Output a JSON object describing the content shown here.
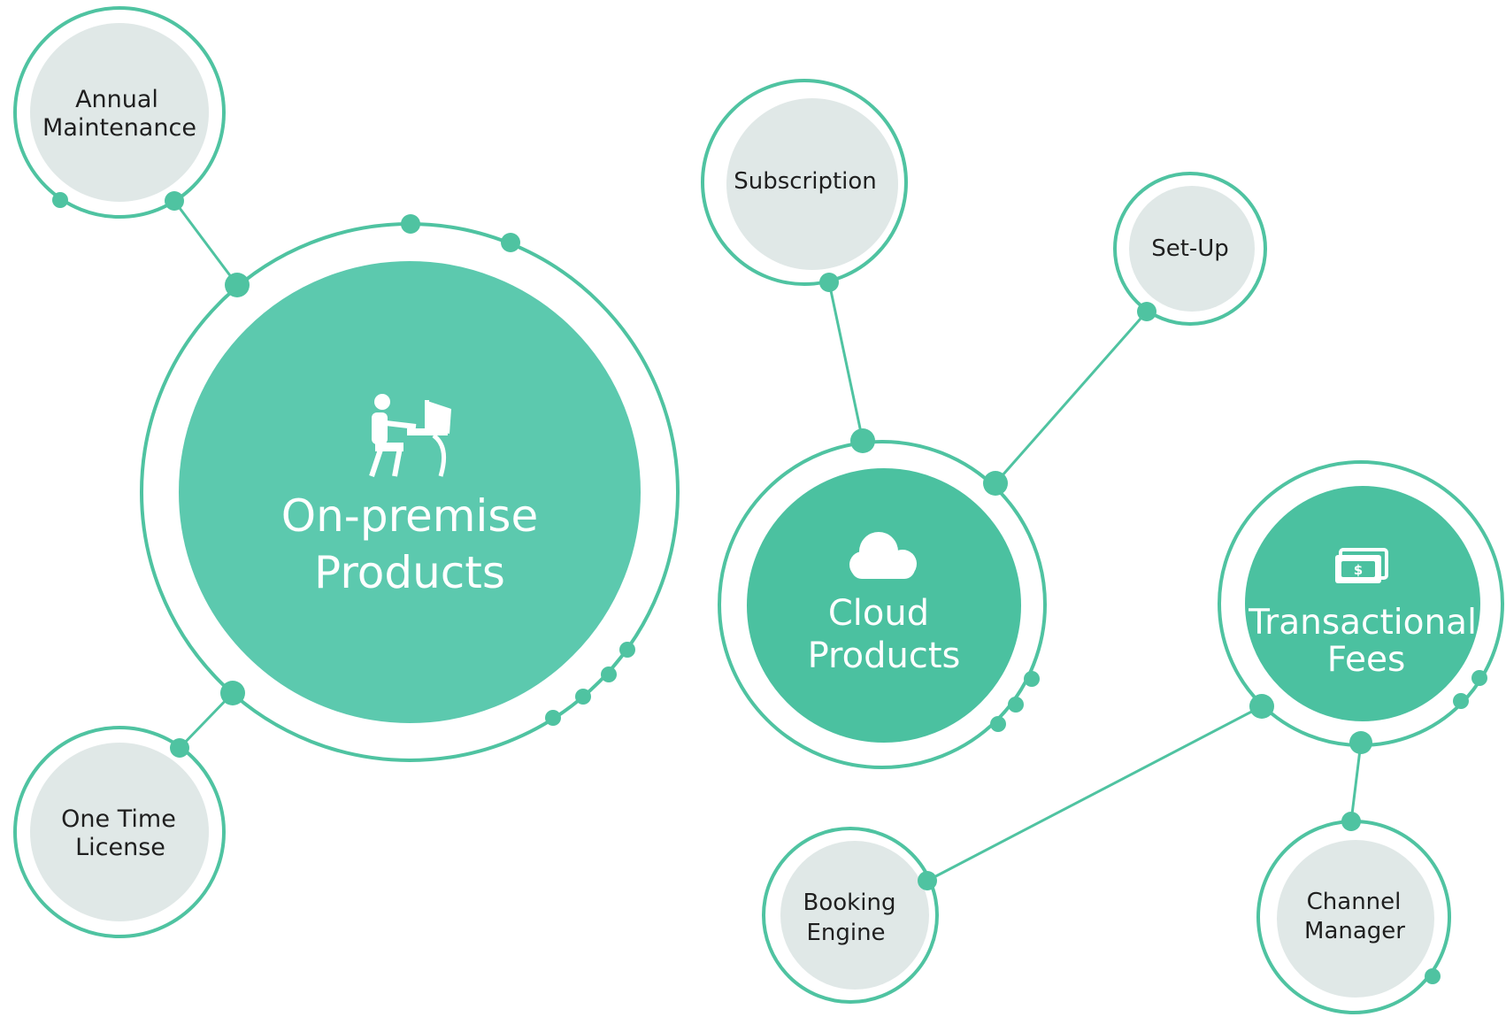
{
  "colors": {
    "accent": "#4fc3a1",
    "hub_fill": "#5cc9ae",
    "hub_fill_dark": "#4bc1a0",
    "leaf_fill": "#e0e8e7",
    "ring_bg": "#ffffff",
    "text_dark": "#1f1f1f",
    "text_light": "#ffffff"
  },
  "hubs": {
    "on_premise": {
      "line1": "On-premise",
      "line2": "Products",
      "icon": "desk-computer-icon"
    },
    "cloud": {
      "line1": "Cloud",
      "line2": "Products",
      "icon": "cloud-icon"
    },
    "transactional": {
      "line1": "Transactional",
      "line2": "Fees",
      "icon": "money-bill-icon"
    }
  },
  "leaves": {
    "annual_maintenance": {
      "line1": "Annual",
      "line2": "Maintenance"
    },
    "one_time_license": {
      "line1": "One Time",
      "line2": "License"
    },
    "subscription": {
      "line1": "Subscription"
    },
    "setup": {
      "line1": "Set-Up"
    },
    "booking_engine": {
      "line1": "Booking",
      "line2": "Engine"
    },
    "channel_manager": {
      "line1": "Channel",
      "line2": "Manager"
    }
  }
}
